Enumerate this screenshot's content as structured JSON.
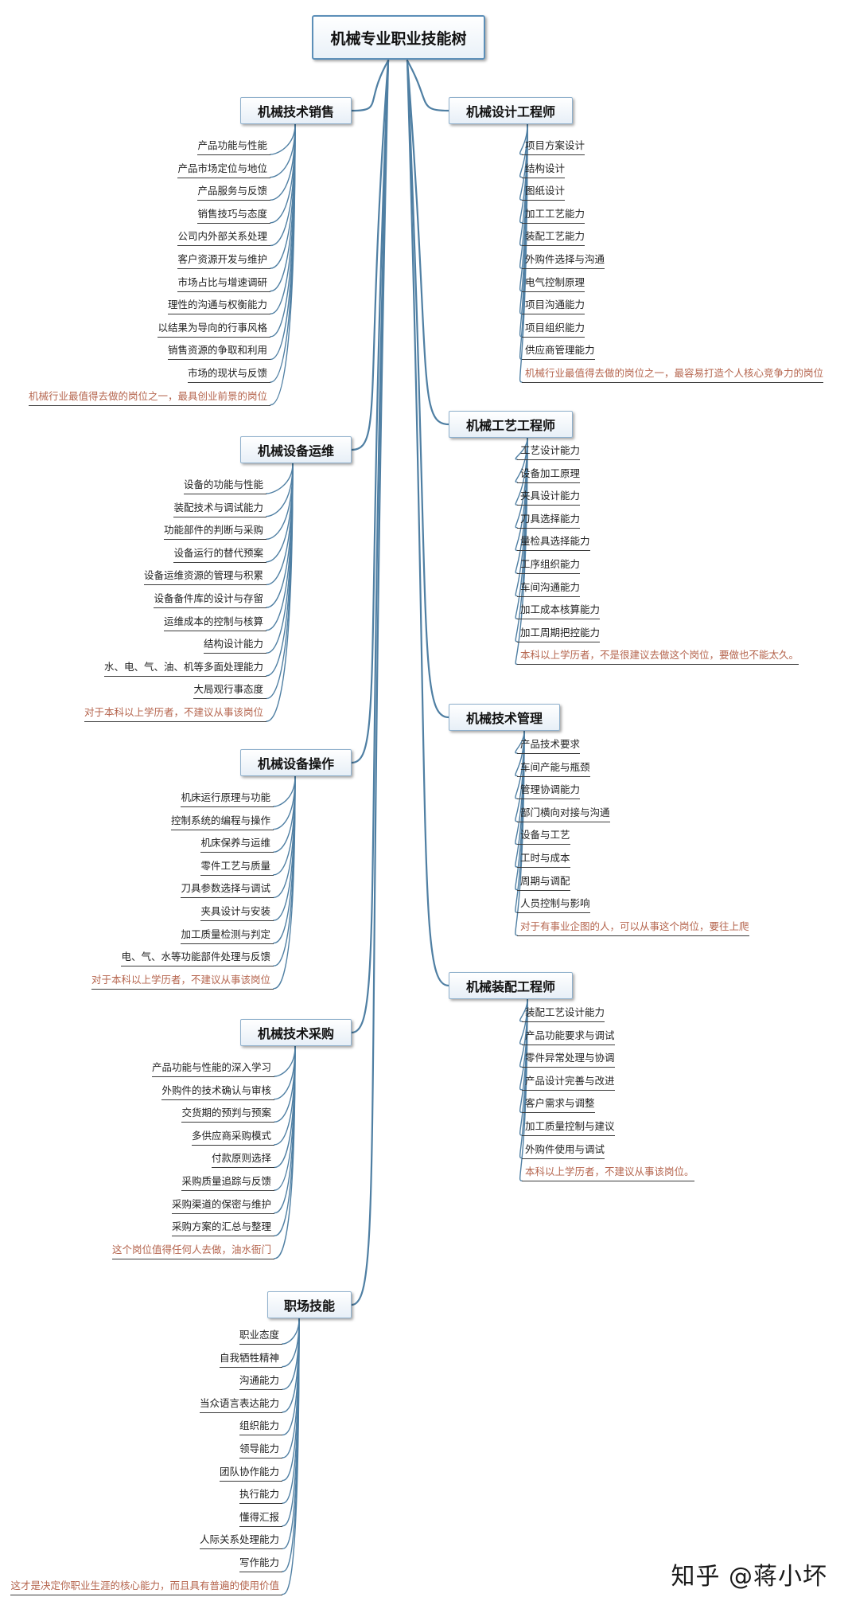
{
  "title": "机械专业职业技能树",
  "watermark": "知乎 @蒋小坏",
  "branches": [
    {
      "label": "机械技术销售",
      "side": "left",
      "items": [
        "产品功能与性能",
        "产品市场定位与地位",
        "产品服务与反馈",
        "销售技巧与态度",
        "公司内外部关系处理",
        "客户资源开发与维护",
        "市场占比与增速调研",
        "理性的沟通与权衡能力",
        "以结果为导向的行事风格",
        "销售资源的争取和利用",
        "市场的现状与反馈"
      ],
      "note": "机械行业最值得去做的岗位之一，最具创业前景的岗位"
    },
    {
      "label": "机械设备运维",
      "side": "left",
      "items": [
        "设备的功能与性能",
        "装配技术与调试能力",
        "功能部件的判断与采购",
        "设备运行的替代预案",
        "设备运维资源的管理与积累",
        "设备备件库的设计与存留",
        "运维成本的控制与核算",
        "结构设计能力",
        "水、电、气、油、机等多面处理能力",
        "大局观行事态度"
      ],
      "note": "对于本科以上学历者，不建议从事该岗位"
    },
    {
      "label": "机械设备操作",
      "side": "left",
      "items": [
        "机床运行原理与功能",
        "控制系统的编程与操作",
        "机床保养与运维",
        "零件工艺与质量",
        "刀具参数选择与调试",
        "夹具设计与安装",
        "加工质量检测与判定",
        "电、气、水等功能部件处理与反馈"
      ],
      "note": "对于本科以上学历者，不建议从事该岗位"
    },
    {
      "label": "机械技术采购",
      "side": "left",
      "items": [
        "产品功能与性能的深入学习",
        "外购件的技术确认与审核",
        "交货期的预判与预案",
        "多供应商采购模式",
        "付款原则选择",
        "采购质量追踪与反馈",
        "采购渠道的保密与维护",
        "采购方案的汇总与整理"
      ],
      "note": "这个岗位值得任何人去做，油水衙门"
    },
    {
      "label": "职场技能",
      "side": "left",
      "items": [
        "职业态度",
        "自我牺牲精神",
        "沟通能力",
        "当众语言表达能力",
        "组织能力",
        "领导能力",
        "团队协作能力",
        "执行能力",
        "懂得汇报",
        "人际关系处理能力",
        "写作能力"
      ],
      "note": "这才是决定你职业生涯的核心能力，而且具有普遍的使用价值"
    },
    {
      "label": "机械设计工程师",
      "side": "right",
      "items": [
        "项目方案设计",
        "结构设计",
        "图纸设计",
        "加工工艺能力",
        "装配工艺能力",
        "外购件选择与沟通",
        "电气控制原理",
        "项目沟通能力",
        "项目组织能力",
        "供应商管理能力"
      ],
      "note": "机械行业最值得去做的岗位之一，最容易打造个人核心竞争力的岗位"
    },
    {
      "label": "机械工艺工程师",
      "side": "right",
      "items": [
        "工艺设计能力",
        "设备加工原理",
        "夹具设计能力",
        "刀具选择能力",
        "量检具选择能力",
        "工序组织能力",
        "车间沟通能力",
        "加工成本核算能力",
        "加工周期把控能力"
      ],
      "note": "本科以上学历者，不是很建议去做这个岗位，要做也不能太久。"
    },
    {
      "label": "机械技术管理",
      "side": "right",
      "items": [
        "产品技术要求",
        "车间产能与瓶颈",
        "管理协调能力",
        "部门横向对接与沟通",
        "设备与工艺",
        "工时与成本",
        "周期与调配",
        "人员控制与影响"
      ],
      "note": "对于有事业企图的人，可以从事这个岗位，要往上爬"
    },
    {
      "label": "机械装配工程师",
      "side": "right",
      "items": [
        "装配工艺设计能力",
        "产品功能要求与调试",
        "零件异常处理与协调",
        "产品设计完善与改进",
        "客户需求与调整",
        "加工质量控制与建议",
        "外购件使用与调试"
      ],
      "note": "本科以上学历者，不建议从事该岗位。"
    }
  ]
}
